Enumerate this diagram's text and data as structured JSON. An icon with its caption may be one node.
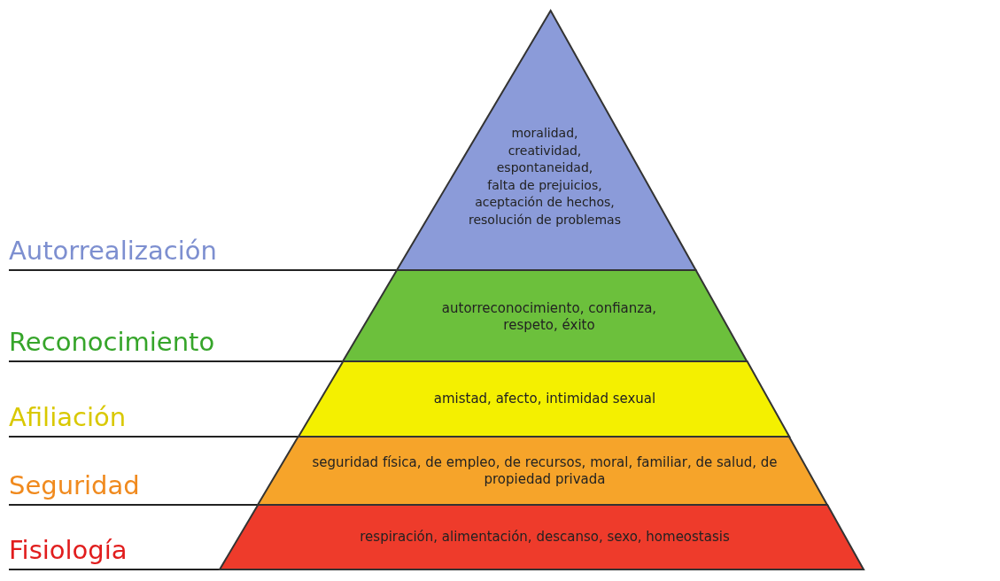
{
  "diagram": {
    "nodes": [
      {
        "text": [
          "moralidad, creatividad, espontaneidad, falta de prejuicios, aceptación de hechos, resolución de problemas"
        ]
      },
      {
        "text": [
          "autorreconocimiento, confianza, respeto, éxito"
        ]
      },
      {
        "text": [
          "amistad, afecto, intimidad sexual"
        ]
      },
      {
        "text": [
          "seguridad física, de empleo, de recursos, moral, familiar, de salud, de propiedad privada"
        ]
      },
      {
        "text": [
          "respiración, alimentación, descanso, sexo, homeostasis"
        ]
      }
    ],
    "edges": [],
    "labels": [
      "Autorrealización",
      "Reconocimiento",
      "Afiliación",
      "Seguridad",
      "Fisiología"
    ]
  }
}
